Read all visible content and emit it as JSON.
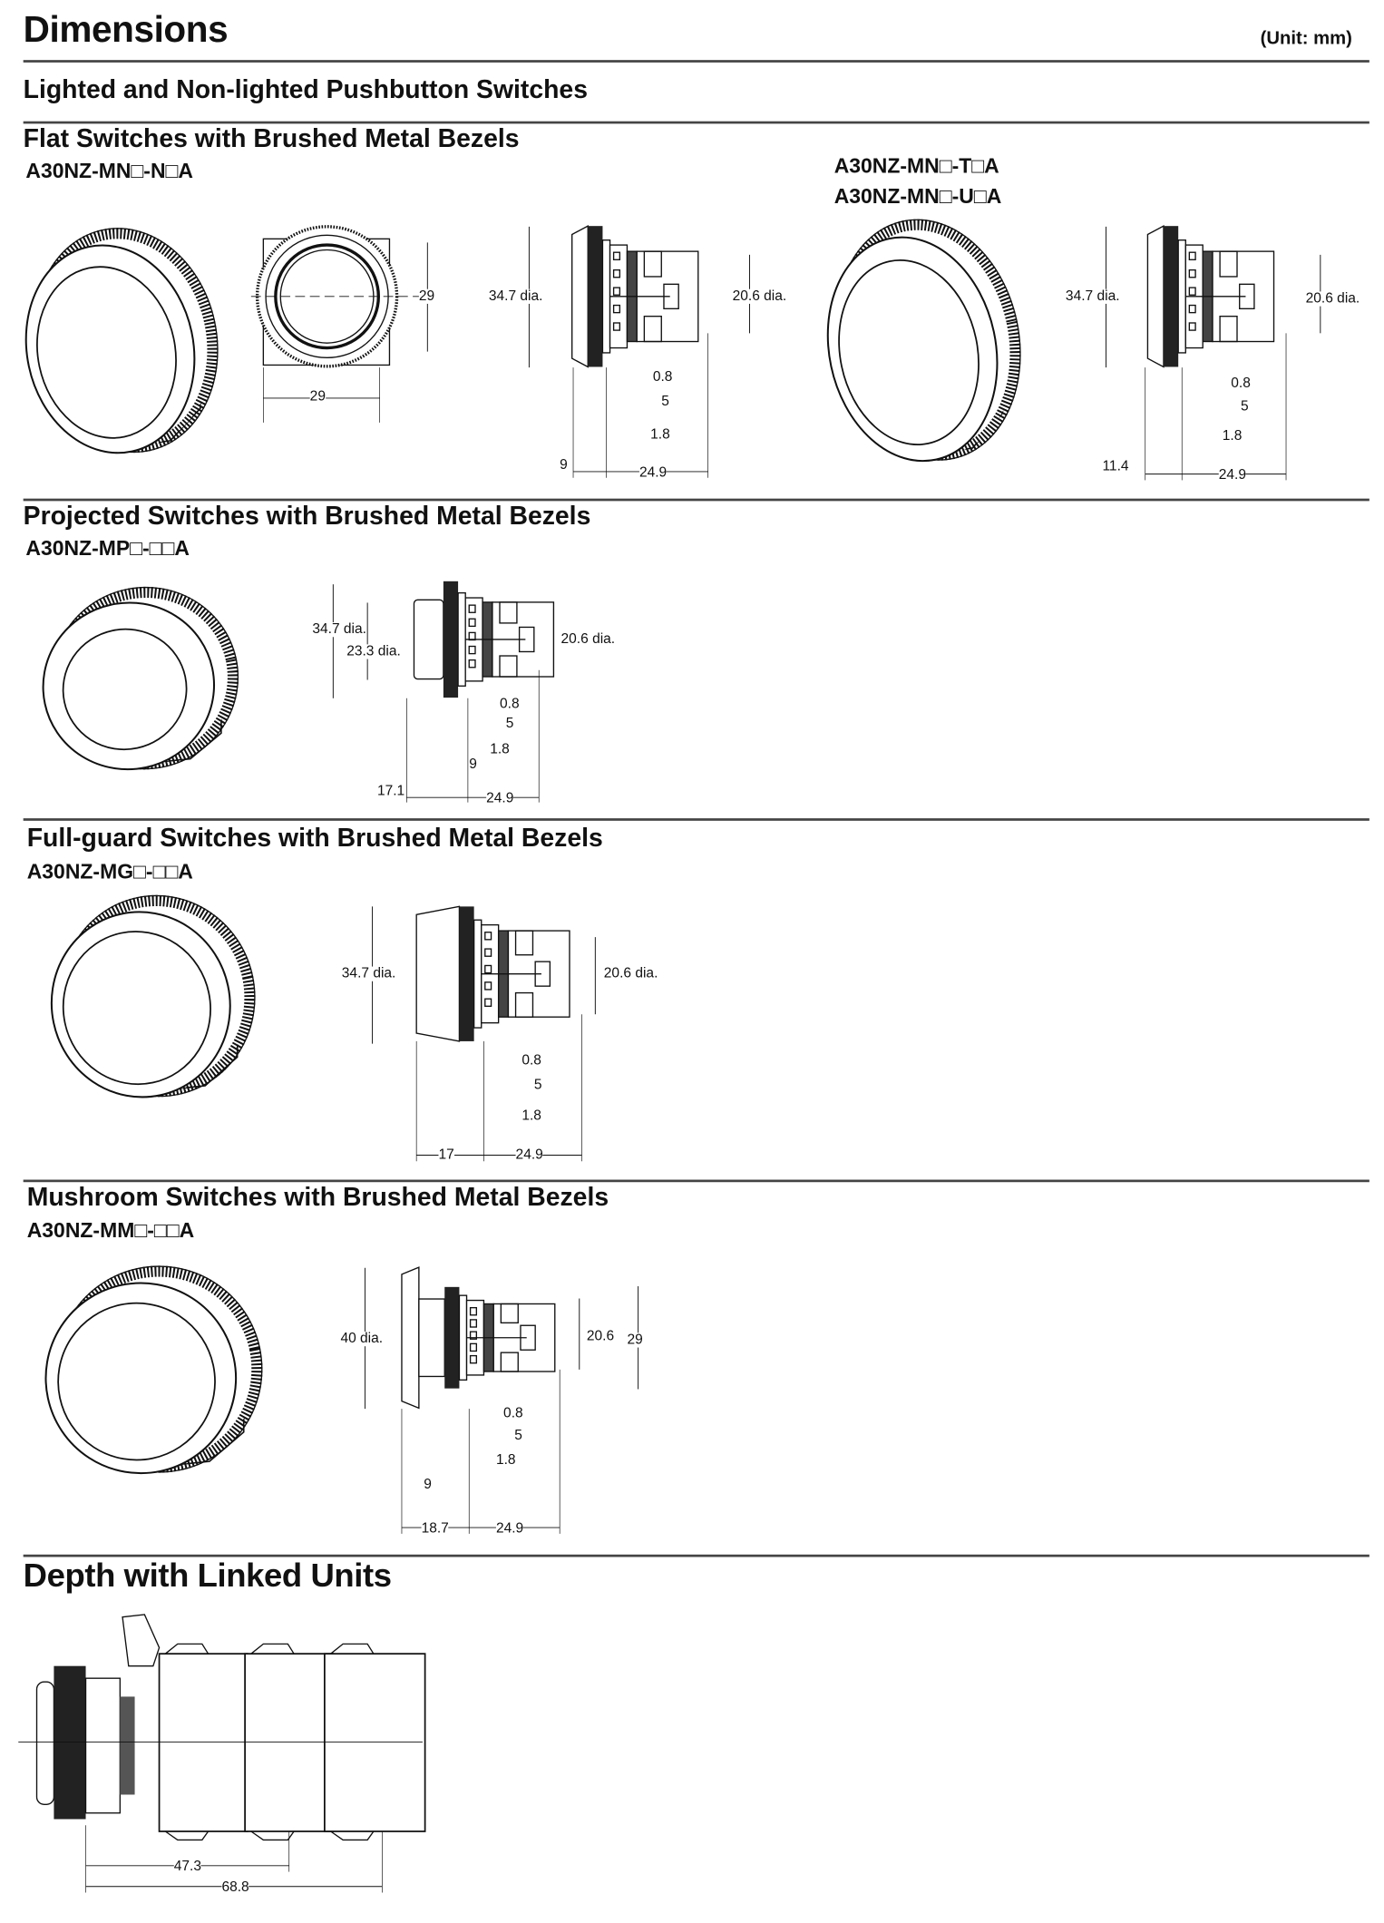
{
  "title": "Dimensions",
  "unit": "(Unit: mm)",
  "category": "Lighted and Non-lighted Pushbutton Switches",
  "sections": {
    "flat": {
      "heading": "Flat Switches with Brushed Metal Bezels",
      "model_left": "A30NZ-MN□-N□A",
      "model_right_1": "A30NZ-MN□-T□A",
      "model_right_2": "A30NZ-MN□-U□A",
      "dims_left": {
        "front_h": "29",
        "front_w": "29",
        "dia_outer": "34.7 dia.",
        "dia_inner": "20.6 dia.",
        "d08": "0.8",
        "d5": "5",
        "d18": "1.8",
        "d9": "9",
        "d249": "24.9"
      },
      "dims_right": {
        "dia_outer": "34.7 dia.",
        "dia_inner": "20.6 dia.",
        "d08": "0.8",
        "d5": "5",
        "d18": "1.8",
        "d114": "11.4",
        "d249": "24.9"
      }
    },
    "projected": {
      "heading": "Projected Switches with Brushed Metal Bezels",
      "model": "A30NZ-MP□-□□A",
      "dims": {
        "dia_outer": "34.7 dia.",
        "dia_cap": "23.3 dia.",
        "dia_inner": "20.6 dia.",
        "d08": "0.8",
        "d5": "5",
        "d18": "1.8",
        "d9": "9",
        "d171": "17.1",
        "d249": "24.9"
      }
    },
    "fullguard": {
      "heading": "Full-guard Switches with Brushed Metal Bezels",
      "model": "A30NZ-MG□-□□A",
      "dims": {
        "dia_outer": "34.7 dia.",
        "dia_inner": "20.6 dia.",
        "d08": "0.8",
        "d5": "5",
        "d18": "1.8",
        "d17": "17",
        "d249": "24.9"
      }
    },
    "mushroom": {
      "heading": "Mushroom Switches with Brushed Metal Bezels",
      "model": "A30NZ-MM□-□□A",
      "dims": {
        "dia_outer": "40 dia.",
        "d206": "20.6",
        "d29": "29",
        "d08": "0.8",
        "d5": "5",
        "d18": "1.8",
        "d9": "9",
        "d187": "18.7",
        "d249": "24.9"
      }
    },
    "linked": {
      "heading": "Depth with Linked Units",
      "dims": {
        "d473": "47.3",
        "d688": "68.8"
      }
    }
  }
}
